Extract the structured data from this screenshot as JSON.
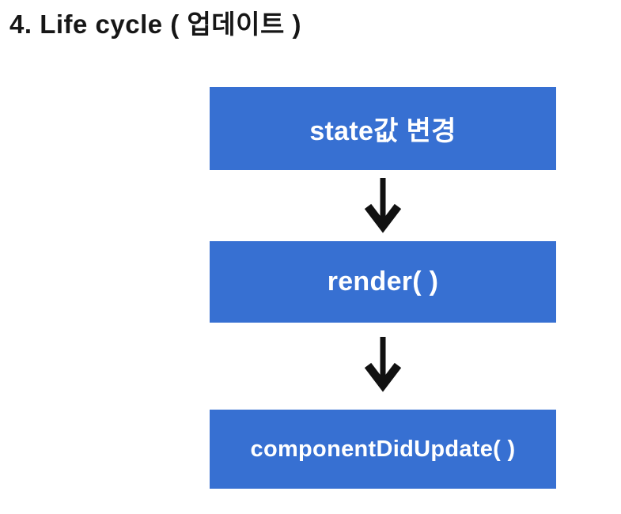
{
  "title": "4. Life cycle ( 업데이트 )",
  "flow": {
    "steps": [
      {
        "label": "state값 변경"
      },
      {
        "label": "render( )"
      },
      {
        "label": "componentDidUpdate( )"
      }
    ],
    "connector_icon": "down-arrow-icon"
  },
  "colors": {
    "box_blue": "#3770d2",
    "box_text": "#ffffff",
    "arrow_black": "#111111",
    "title_text": "#161616",
    "background": "#ffffff"
  }
}
